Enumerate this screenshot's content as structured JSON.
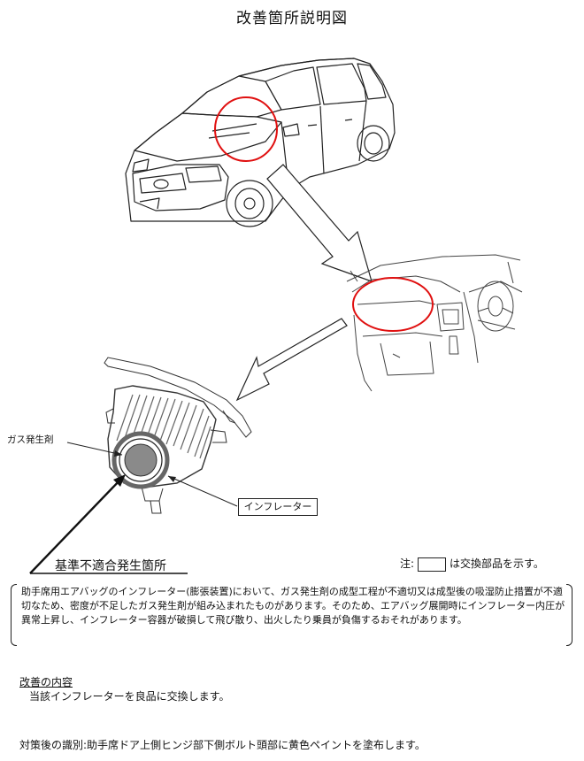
{
  "title": "改善箇所説明図",
  "labels": {
    "gas_generator": "ガス発生剤",
    "inflator": "インフレーター",
    "defect_location": "基準不適合発生箇所"
  },
  "note": {
    "prefix": "注:",
    "suffix": "は交換部品を示す。"
  },
  "description": "助手席用エアバッグのインフレーター(膨張装置)において、ガス発生剤の成型工程が不適切又は成型後の吸湿防止措置が不適切なため、密度が不足したガス発生剤が組み込まれたものがあります。そのため、エアバッグ展開時にインフレーター内圧が異常上昇し、インフレーター容器が破損して飛び散り、出火したり乗員が負傷するおそれがあります。",
  "improvement": {
    "heading": "改善の内容",
    "body": "当該インフレーターを良品に交換します。"
  },
  "identification": "対策後の識別:助手席ドア上側ヒンジ部下側ボルト頭部に黄色ペイントを塗布します。",
  "colors": {
    "highlight_circle": "#e01010",
    "line": "#222222",
    "inflator_fill": "#8a8a8a"
  }
}
